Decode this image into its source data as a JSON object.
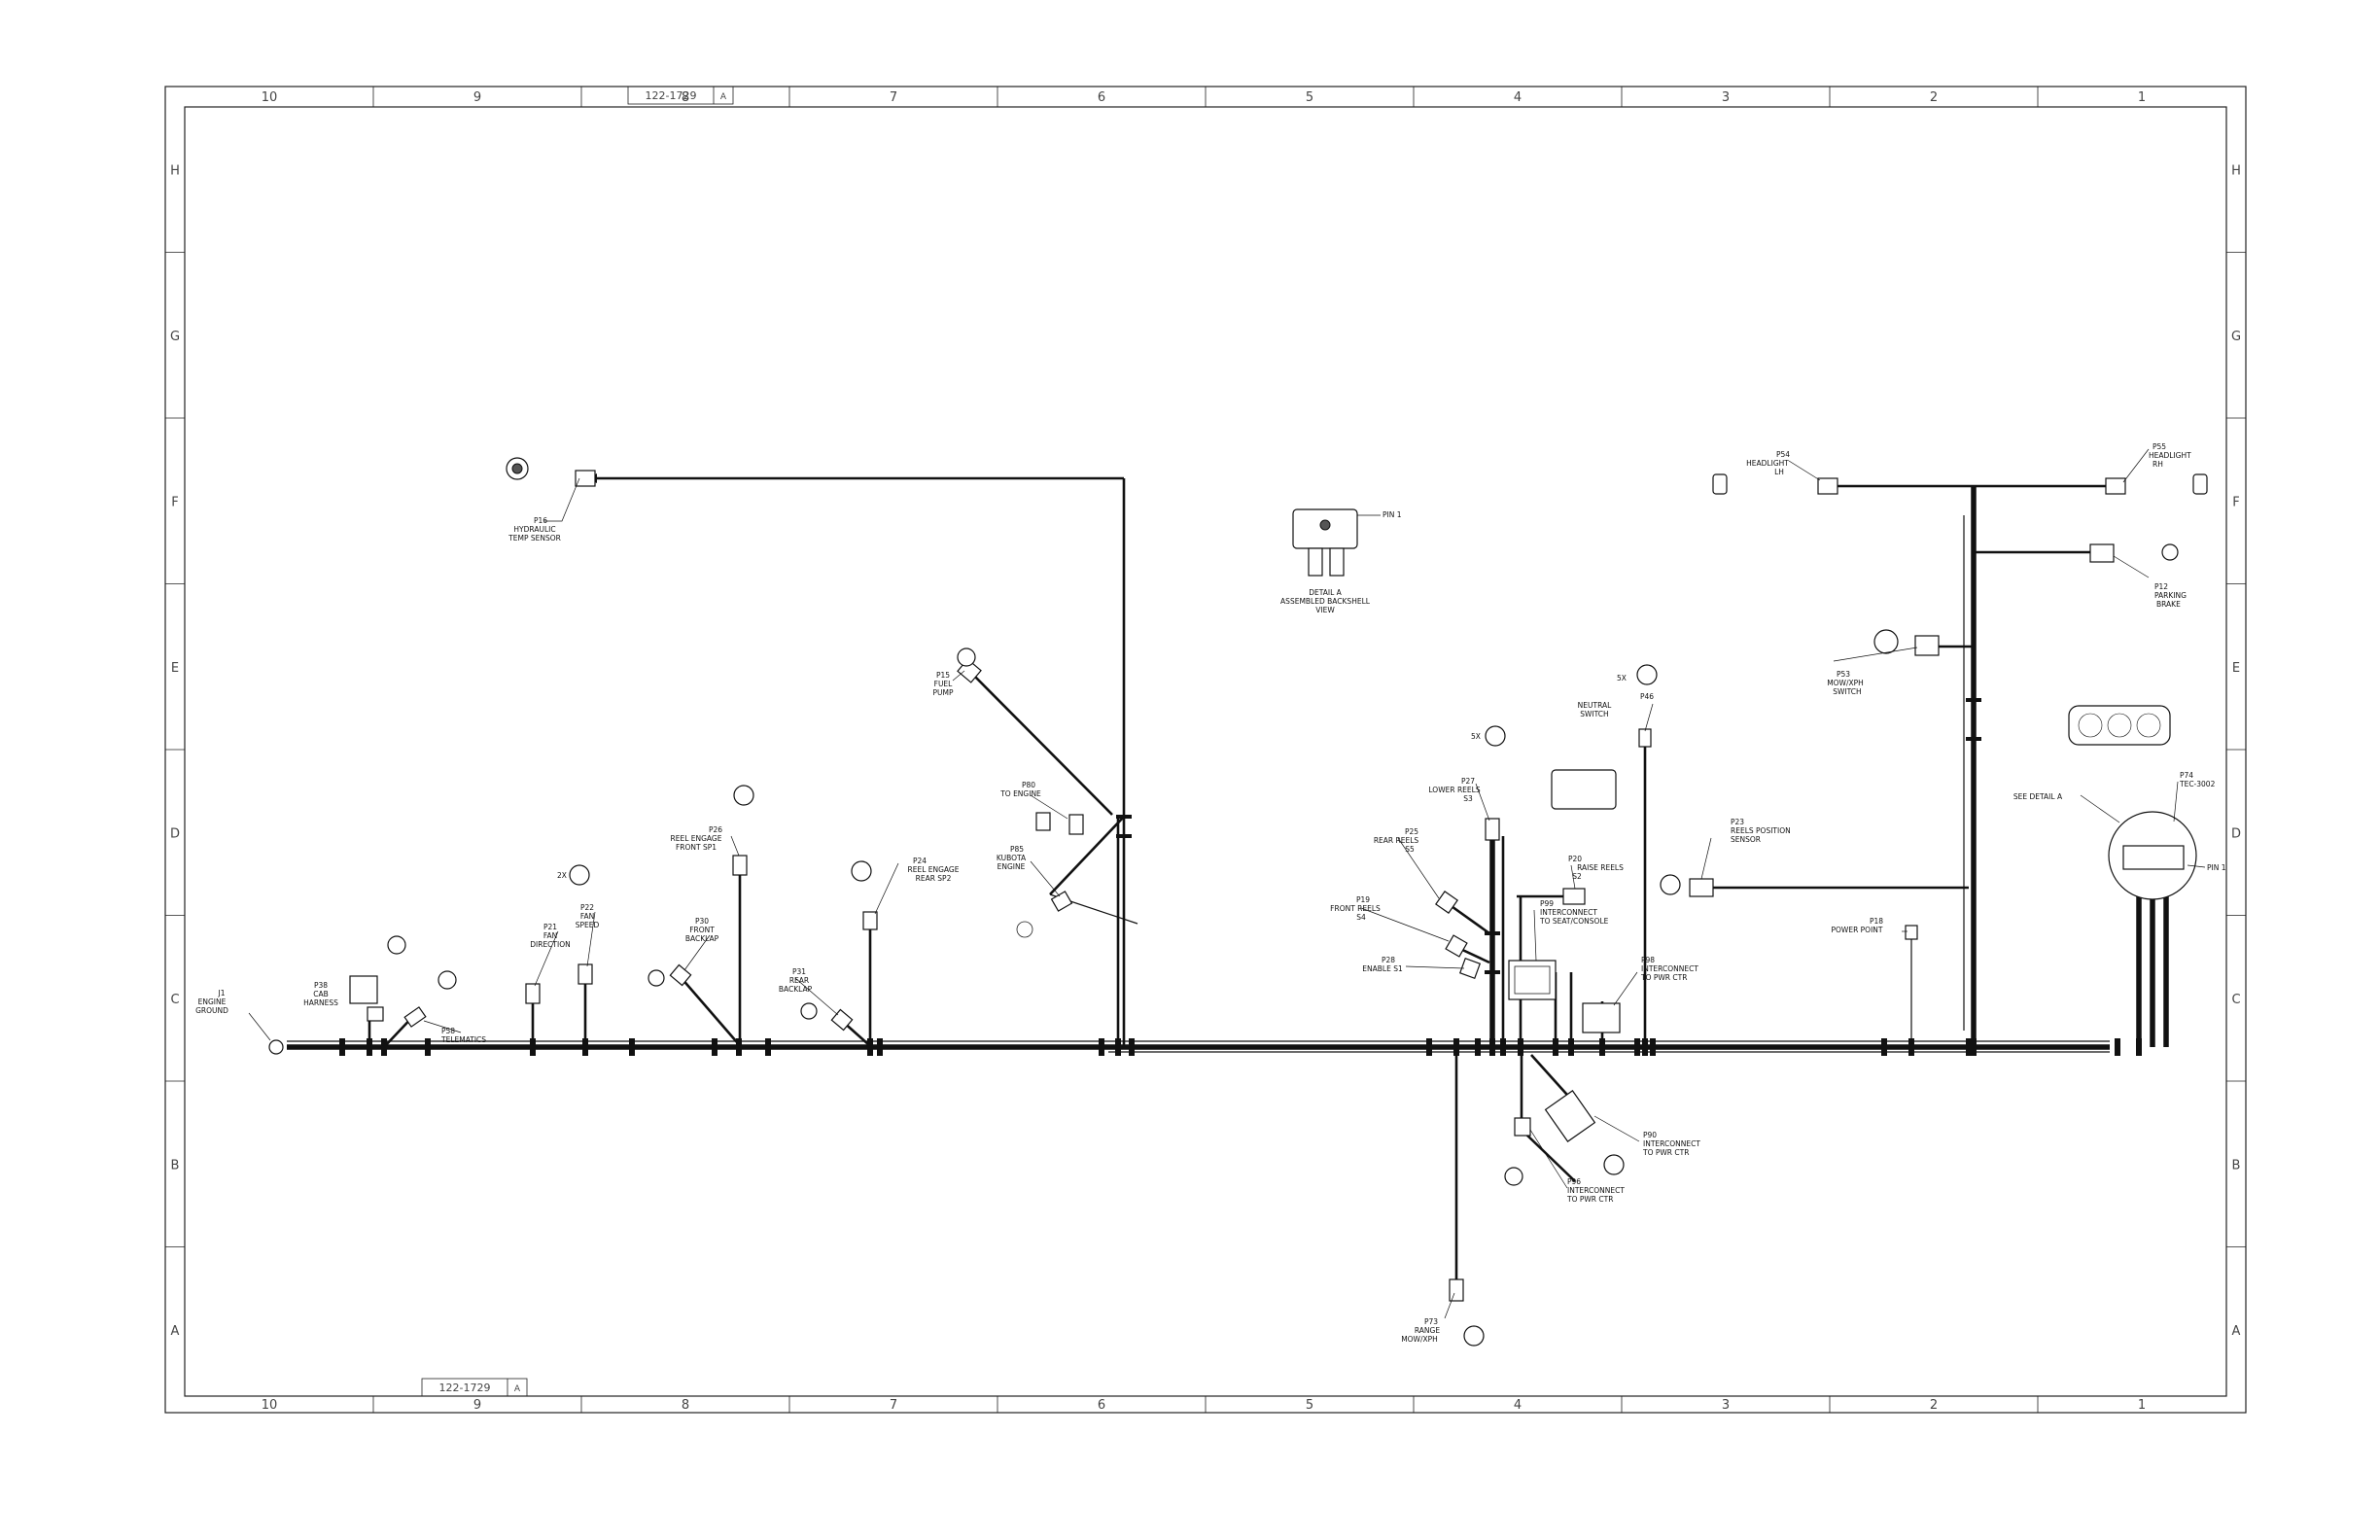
{
  "drawing": {
    "number": "122-1729",
    "revision": "A",
    "zone_columns": [
      "10",
      "9",
      "8",
      "7",
      "6",
      "5",
      "4",
      "3",
      "2",
      "1"
    ],
    "zone_rows": [
      "H",
      "G",
      "F",
      "E",
      "D",
      "C",
      "B",
      "A"
    ]
  },
  "connectors": {
    "p16": {
      "ref": "P16",
      "line1": "HYDRAULIC",
      "line2": "TEMP SENSOR"
    },
    "p15": {
      "ref": "P15",
      "line1": "FUEL",
      "line2": "PUMP"
    },
    "p80": {
      "ref": "P80",
      "line1": "TO ENGINE"
    },
    "p85": {
      "ref": "P85",
      "line1": "KUBOTA",
      "line2": "ENGINE"
    },
    "p26": {
      "ref": "P26",
      "line1": "REEL ENGAGE",
      "line2": "FRONT SP1"
    },
    "p24": {
      "ref": "P24",
      "line1": "REEL ENGAGE",
      "line2": "REAR SP2"
    },
    "p22": {
      "ref": "P22",
      "line1": "FAN",
      "line2": "SPEED"
    },
    "p21": {
      "ref": "P21",
      "line1": "FAN",
      "line2": "DIRECTION"
    },
    "p30": {
      "ref": "P30",
      "line1": "FRONT",
      "line2": "BACKLAP"
    },
    "p31": {
      "ref": "P31",
      "line1": "REAR",
      "line2": "BACKLAP"
    },
    "p38": {
      "ref": "P38",
      "line1": "CAB",
      "line2": "HARNESS"
    },
    "p58": {
      "ref": "P58",
      "line1": "TELEMATICS"
    },
    "j1": {
      "ref": "J1",
      "line1": "ENGINE",
      "line2": "GROUND"
    },
    "p46": {
      "ref": "P46",
      "line1": "NEUTRAL",
      "line2": "SWITCH"
    },
    "p27": {
      "ref": "P27",
      "line1": "LOWER REELS",
      "line2": "S3"
    },
    "p25": {
      "ref": "P25",
      "line1": "REAR REELS",
      "line2": "S5"
    },
    "p20": {
      "ref": "P20",
      "line1": "RAISE REELS",
      "line2": "S2"
    },
    "p19": {
      "ref": "P19",
      "line1": "FRONT REELS",
      "line2": "S4"
    },
    "p28": {
      "ref": "P28",
      "line1": "ENABLE S1"
    },
    "p99": {
      "ref": "P99",
      "line1": "INTERCONNECT",
      "line2": "TO SEAT/CONSOLE"
    },
    "p98": {
      "ref": "P98",
      "line1": "INTERCONNECT",
      "line2": "TO PWR CTR"
    },
    "p90": {
      "ref": "P90",
      "line1": "INTERCONNECT",
      "line2": "TO PWR CTR"
    },
    "p96": {
      "ref": "P96",
      "line1": "INTERCONNECT",
      "line2": "TO PWR CTR"
    },
    "p73": {
      "ref": "P73",
      "line1": "RANGE",
      "line2": "MOW/XPH"
    },
    "p23": {
      "ref": "P23",
      "line1": "REELS POSITION",
      "line2": "SENSOR"
    },
    "p18": {
      "ref": "P18",
      "line1": "POWER POINT"
    },
    "p53": {
      "ref": "P53",
      "line1": "MOW/XPH",
      "line2": "SWITCH"
    },
    "p54": {
      "ref": "P54",
      "line1": "HEADLIGHT",
      "line2": "LH"
    },
    "p55": {
      "ref": "P55",
      "line1": "HEADLIGHT",
      "line2": "RH"
    },
    "p12": {
      "ref": "P12",
      "line1": "PARKING",
      "line2": "BRAKE"
    },
    "p74": {
      "ref": "P74",
      "line1": "TEC-3002"
    }
  },
  "notes": {
    "detail_a_line1": "DETAIL A",
    "detail_a_line2": "ASSEMBLED BACKSHELL",
    "detail_a_line3": "VIEW",
    "pin1_a": "PIN 1",
    "pin1_b": "PIN 1",
    "see_detail": "SEE DETAIL A",
    "qty_2x": "2X",
    "qty_5x_a": "5X",
    "qty_5x_b": "5X"
  }
}
